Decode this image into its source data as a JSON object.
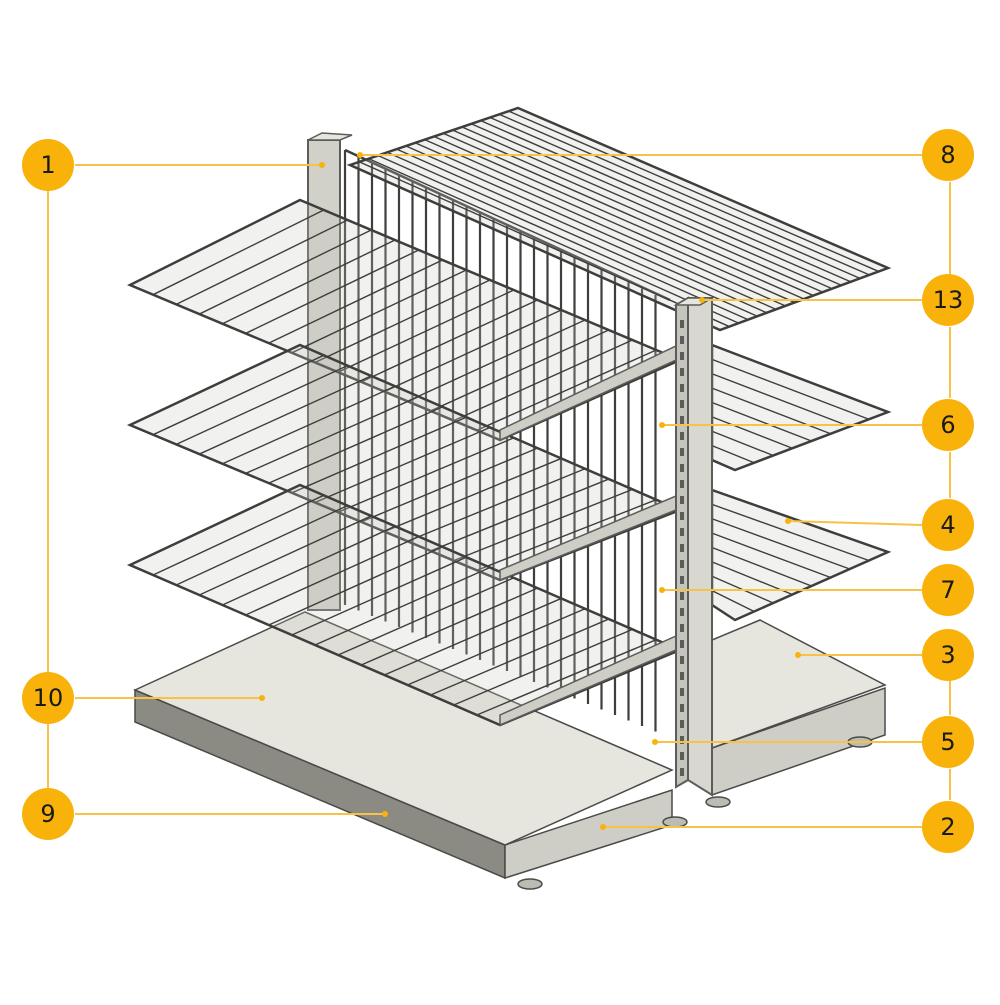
{
  "colors": {
    "badge_fill": "#f9b20a",
    "leader_line": "#f6c247",
    "frame": "#5c5c5a",
    "frame_fill": "#d2d1c9",
    "base_top": "#e6e5de",
    "base_side": "#8b8a83",
    "wire": "#3e3e3c"
  },
  "callouts": [
    {
      "id": "1",
      "label": "1"
    },
    {
      "id": "8",
      "label": "8"
    },
    {
      "id": "13",
      "label": "13"
    },
    {
      "id": "6",
      "label": "6"
    },
    {
      "id": "4",
      "label": "4"
    },
    {
      "id": "7",
      "label": "7"
    },
    {
      "id": "3",
      "label": "3"
    },
    {
      "id": "10",
      "label": "10"
    },
    {
      "id": "5",
      "label": "5"
    },
    {
      "id": "9",
      "label": "9"
    },
    {
      "id": "2",
      "label": "2"
    }
  ]
}
